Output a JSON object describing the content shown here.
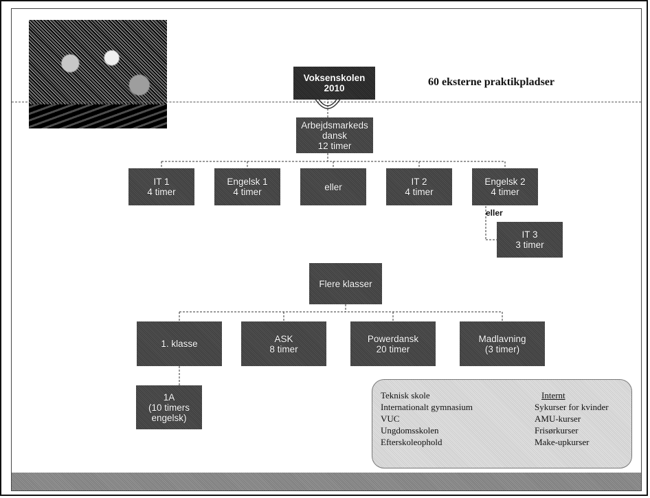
{
  "title_right": "60 eksterne praktikpladser",
  "top_box": {
    "line1": "Voksenskolen",
    "line2": "2010"
  },
  "second_box": {
    "line1": "Arbejdsmarkeds",
    "line2": "dansk",
    "line3": "12 timer"
  },
  "row1": [
    {
      "line1": "IT 1",
      "line2": "4 timer"
    },
    {
      "line1": "Engelsk 1",
      "line2": "4 timer"
    },
    {
      "line1": "eller",
      "line2": ""
    },
    {
      "line1": "IT 2",
      "line2": "4 timer"
    },
    {
      "line1": "Engelsk 2",
      "line2": "4 timer"
    }
  ],
  "eller_label": "eller",
  "it3": {
    "line1": "IT 3",
    "line2": "3 timer"
  },
  "flere_box": {
    "line1": "Flere klasser"
  },
  "row2": [
    {
      "line1": "1. klasse",
      "line2": ""
    },
    {
      "line1": "ASK",
      "line2": "8 timer"
    },
    {
      "line1": "Powerdansk",
      "line2": "20 timer"
    },
    {
      "line1": "Madlavning",
      "line2": "(3 timer)"
    }
  ],
  "box_1a": {
    "line1": "1A",
    "line2": "(10 timers",
    "line3": "engelsk)"
  },
  "info": {
    "left": [
      "Teknisk skole",
      "Internationalt gymnasium",
      "VUC",
      "Ungdomsskolen",
      "Efterskoleophold"
    ],
    "right_header": "Internt",
    "right": [
      "Sykurser for kvinder",
      "AMU-kurser",
      "Frisørkurser",
      "Make-upkurser"
    ]
  }
}
